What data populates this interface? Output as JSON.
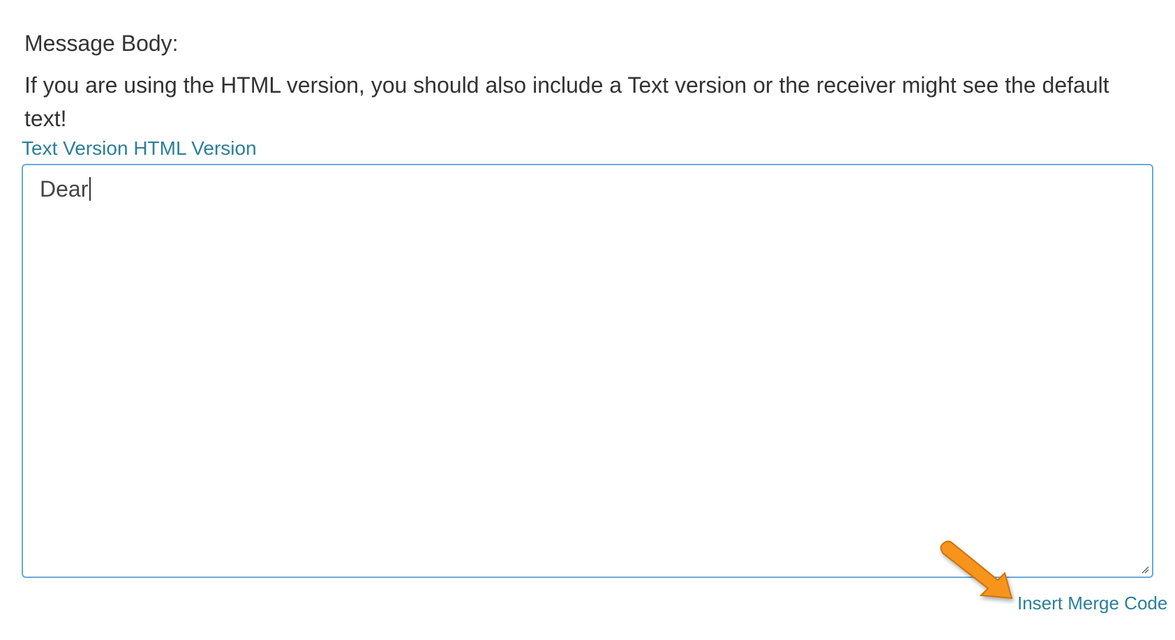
{
  "label": "Message Body:",
  "help_text": "If you are using the HTML version, you should also include a Text version or the receiver might see the default text!",
  "tabs": [
    "Text Version",
    "HTML Version"
  ],
  "editor": {
    "value": "Dear"
  },
  "insert_merge_code": "Insert Merge Code",
  "colors": {
    "link": "#2a7f9a",
    "border": "#66a9e0",
    "arrow": "#f7941d"
  }
}
